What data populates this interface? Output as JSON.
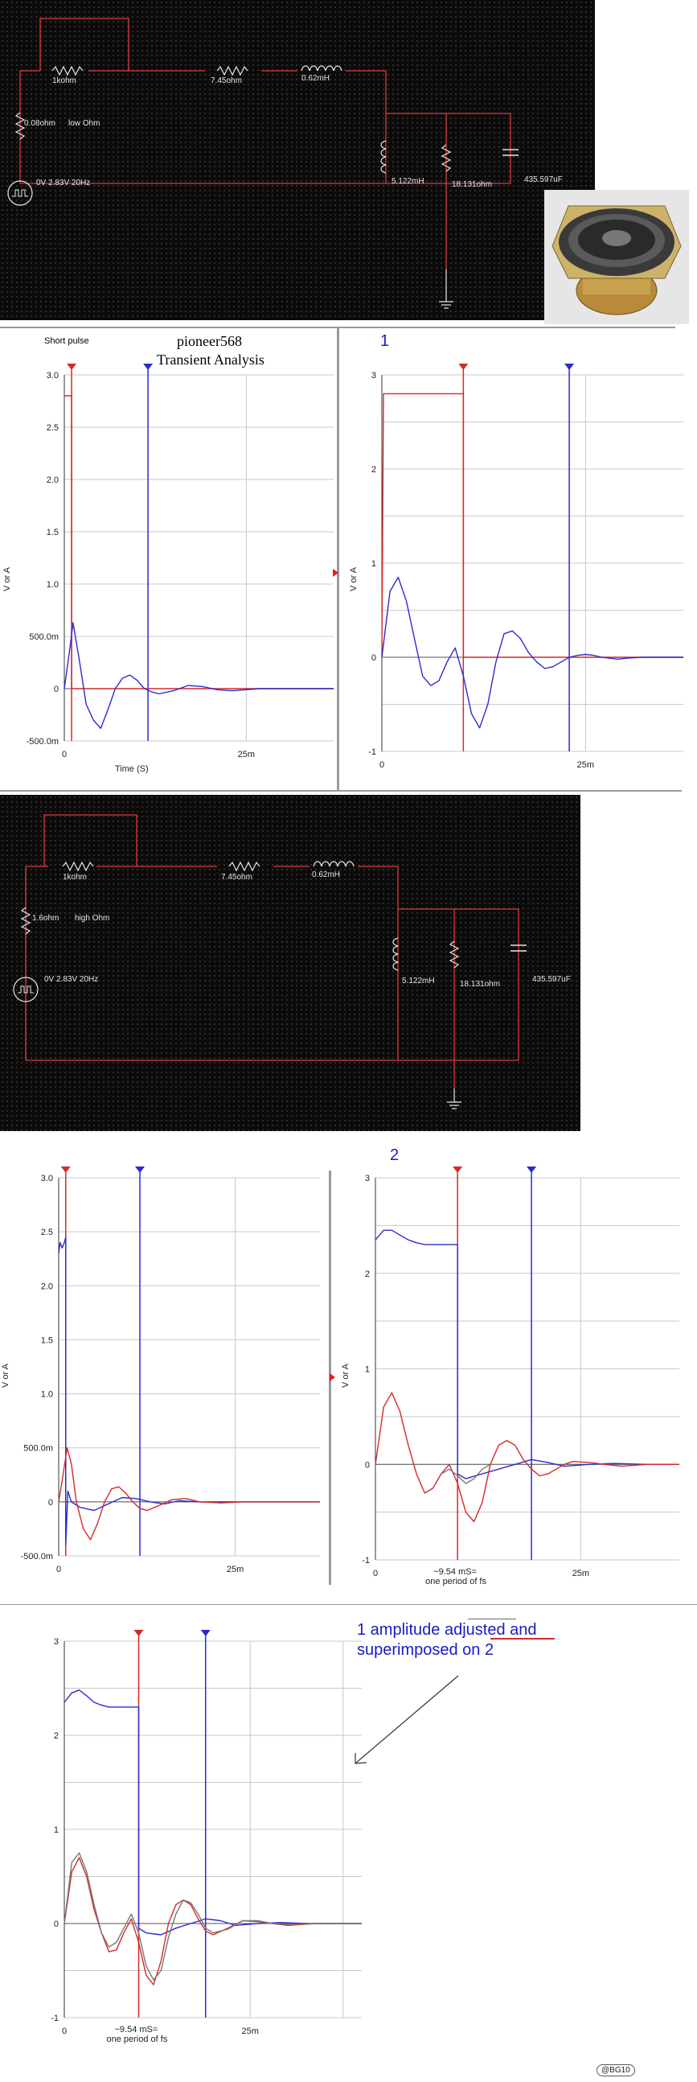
{
  "circuit1": {
    "resistors": [
      "1kohm",
      "7.45ohm",
      "0.08ohm"
    ],
    "inductor": "0.62mH",
    "source": "0V 2.83V 20Hz",
    "note": "low Ohm",
    "shunt_inductor": "5.122mH",
    "shunt_resistor": "18.131ohm",
    "capacitor": "435.597uF"
  },
  "circuit2": {
    "resistors": [
      "1kohm",
      "7.45ohm",
      "1.6ohm"
    ],
    "inductor": "0.62mH",
    "source": "0V 2.83V 20Hz",
    "note": "high Ohm",
    "shunt_inductor": "5.122mH",
    "shunt_resistor": "18.131ohm",
    "capacitor": "435.597uF"
  },
  "labels": {
    "short_pulse": "Short pulse",
    "title_line1": "pioneer568",
    "title_line2": "Transient Analysis",
    "ylabel": "V or A",
    "xlabel": "Time (S)",
    "num1": "1",
    "num2": "2",
    "annot_line1": "1 amplitude adjusted and",
    "annot_line2": "superimposed on 2",
    "period_line1": "~9.54 mS=",
    "period_line2": "one period of fs",
    "signature": "@BG10"
  },
  "colors": {
    "wire": "#e0383a",
    "trace_red": "#d42a2a",
    "trace_blue": "#2b2bd0",
    "trace_gray": "#777777",
    "annot_blue": "#1a1ac8",
    "cursor_red": "#d42a2a",
    "cursor_blue": "#2b2bd0"
  },
  "chart_data": [
    {
      "id": "plot1",
      "type": "line",
      "title": "pioneer568 Transient Analysis",
      "xlabel": "Time (S)",
      "ylabel": "V or A",
      "x_ticks": [
        "0",
        "25m"
      ],
      "y_ticks": [
        "-500.0m",
        "0",
        "500.0m",
        "1.0",
        "1.5",
        "2.0",
        "2.5",
        "3.0"
      ],
      "ylim": [
        -0.5,
        3.0
      ],
      "xlim_ms": [
        0,
        37
      ],
      "series": [
        {
          "color": "red",
          "x": [
            0,
            0.5,
            0.5,
            1.0,
            1.0,
            37
          ],
          "y": [
            2.8,
            2.8,
            2.8,
            2.8,
            0,
            0
          ]
        },
        {
          "color": "blue",
          "x": [
            0,
            0.8,
            1.2,
            2,
            3,
            4,
            5,
            6,
            7,
            8,
            9,
            10,
            11,
            12,
            13,
            15,
            17,
            19,
            21,
            23,
            25,
            27,
            30,
            33,
            37
          ],
          "y": [
            0,
            0.4,
            0.63,
            0.3,
            -0.15,
            -0.3,
            -0.38,
            -0.2,
            0.0,
            0.1,
            0.13,
            0.08,
            0.0,
            -0.03,
            -0.05,
            -0.02,
            0.03,
            0.02,
            -0.01,
            -0.02,
            -0.01,
            0.0,
            0.0,
            0.0,
            0.0
          ]
        }
      ],
      "cursors_ms": {
        "red": 1.0,
        "blue": 11.5
      }
    },
    {
      "id": "plot1_zoom",
      "type": "line",
      "label": "1",
      "ylabel": "V or A",
      "x_ticks": [
        "0",
        "25m"
      ],
      "y_ticks": [
        "-1",
        "0",
        "1",
        "2",
        "3"
      ],
      "ylim": [
        -1,
        3
      ],
      "xlim_ms": [
        0,
        37
      ],
      "series": [
        {
          "color": "red",
          "x": [
            0,
            0.2,
            10,
            10,
            37
          ],
          "y": [
            0,
            2.8,
            2.8,
            0,
            0
          ]
        },
        {
          "color": "blue",
          "x": [
            0,
            1,
            2,
            3,
            4,
            5,
            6,
            7,
            8,
            9,
            10,
            11,
            12,
            13,
            14,
            15,
            16,
            17,
            18,
            19,
            20,
            21,
            22,
            23,
            24,
            25,
            26,
            27,
            28,
            29,
            30,
            32,
            34,
            37
          ],
          "y": [
            0,
            0.7,
            0.85,
            0.6,
            0.2,
            -0.2,
            -0.3,
            -0.25,
            -0.05,
            0.1,
            -0.2,
            -0.6,
            -0.75,
            -0.5,
            -0.05,
            0.25,
            0.28,
            0.2,
            0.05,
            -0.05,
            -0.12,
            -0.1,
            -0.05,
            0.0,
            0.02,
            0.03,
            0.02,
            0.0,
            -0.01,
            -0.02,
            -0.01,
            0.0,
            0.0,
            0.0
          ]
        }
      ],
      "cursors_ms": {
        "red": 10,
        "blue": 23
      }
    },
    {
      "id": "plot2",
      "type": "line",
      "ylabel": "V or A",
      "x_ticks": [
        "0",
        "25m"
      ],
      "y_ticks": [
        "-500.0m",
        "0",
        "500.0m",
        "1.0",
        "1.5",
        "2.0",
        "2.5",
        "3.0"
      ],
      "ylim": [
        -0.5,
        3.0
      ],
      "xlim_ms": [
        0,
        37
      ],
      "series": [
        {
          "color": "blue",
          "x": [
            0,
            0.2,
            0.5,
            0.8,
            1.0,
            1.0,
            1.3,
            1.8,
            3,
            5,
            7,
            9,
            11,
            13,
            15,
            17,
            20,
            25,
            30,
            37
          ],
          "y": [
            2.3,
            2.4,
            2.35,
            2.4,
            2.45,
            -0.4,
            0.1,
            0.0,
            -0.05,
            -0.08,
            -0.02,
            0.04,
            0.03,
            0.0,
            -0.02,
            0.01,
            0.0,
            0.0,
            0.0,
            0.0
          ]
        },
        {
          "color": "red",
          "x": [
            0,
            0.5,
            1.2,
            1.8,
            2.5,
            3.5,
            4.5,
            5.5,
            6.5,
            7.5,
            8.5,
            9.5,
            10.5,
            11.5,
            12.5,
            14,
            16,
            18,
            20,
            23,
            26,
            30,
            37
          ],
          "y": [
            0,
            0.2,
            0.5,
            0.35,
            0.0,
            -0.25,
            -0.35,
            -0.2,
            0.0,
            0.12,
            0.14,
            0.08,
            0.0,
            -0.06,
            -0.08,
            -0.04,
            0.02,
            0.03,
            0.0,
            -0.01,
            0.0,
            0.0,
            0.0
          ]
        }
      ],
      "cursors_ms": {
        "red": 1.0,
        "blue": 11.5
      }
    },
    {
      "id": "plot2_zoom",
      "type": "line",
      "label": "2",
      "ylabel": "V or A",
      "x_ticks": [
        "0",
        "25m"
      ],
      "y_ticks": [
        "-1",
        "0",
        "1",
        "2",
        "3"
      ],
      "ylim": [
        -1,
        3
      ],
      "xlim_ms": [
        0,
        37
      ],
      "series": [
        {
          "color": "blue",
          "x": [
            0,
            1,
            2,
            3,
            4,
            5,
            6,
            7,
            8,
            9,
            10,
            10,
            11,
            13,
            15,
            17,
            19,
            21,
            23,
            26,
            29,
            33,
            37
          ],
          "y": [
            2.35,
            2.45,
            2.45,
            2.4,
            2.35,
            2.32,
            2.3,
            2.3,
            2.3,
            2.3,
            2.3,
            -0.1,
            -0.15,
            -0.1,
            -0.05,
            0.0,
            0.05,
            0.02,
            -0.02,
            0.0,
            0.01,
            0.0,
            0.0
          ]
        },
        {
          "color": "red",
          "x": [
            0,
            1,
            2,
            3,
            4,
            5,
            6,
            7,
            8,
            9,
            10,
            11,
            12,
            13,
            14,
            15,
            16,
            17,
            18,
            19,
            20,
            21,
            22,
            23,
            24,
            26,
            28,
            30,
            33,
            37
          ],
          "y": [
            0,
            0.6,
            0.75,
            0.55,
            0.2,
            -0.1,
            -0.3,
            -0.25,
            -0.1,
            0.0,
            -0.2,
            -0.5,
            -0.6,
            -0.4,
            0.0,
            0.2,
            0.25,
            0.2,
            0.05,
            -0.05,
            -0.12,
            -0.1,
            -0.05,
            0.0,
            0.03,
            0.02,
            0.0,
            -0.02,
            0.0,
            0.0
          ]
        },
        {
          "color": "gray",
          "x": [
            8,
            9,
            10,
            11,
            12,
            13,
            14
          ],
          "y": [
            -0.1,
            -0.05,
            -0.12,
            -0.2,
            -0.15,
            -0.05,
            0.0
          ]
        }
      ],
      "cursors_ms": {
        "red": 10,
        "blue": 19
      }
    },
    {
      "id": "plot_superimposed",
      "type": "line",
      "x_ticks": [
        "0",
        "25m"
      ],
      "y_ticks": [
        "-1",
        "0",
        "1",
        "2",
        "3"
      ],
      "ylim": [
        -1,
        3
      ],
      "xlim_ms": [
        0,
        40
      ],
      "series": [
        {
          "color": "blue",
          "x": [
            0,
            1,
            2,
            3,
            4,
            5,
            6,
            7,
            8,
            9,
            10,
            10,
            11,
            13,
            15,
            17,
            19,
            21,
            23,
            26,
            29,
            33,
            40
          ],
          "y": [
            2.35,
            2.45,
            2.48,
            2.42,
            2.35,
            2.32,
            2.3,
            2.3,
            2.3,
            2.3,
            2.3,
            -0.05,
            -0.1,
            -0.12,
            -0.05,
            0.0,
            0.05,
            0.03,
            -0.02,
            0.0,
            0.01,
            0.0,
            0.0
          ]
        },
        {
          "color": "red",
          "x": [
            0,
            1,
            2,
            3,
            4,
            5,
            6,
            7,
            8,
            9,
            10,
            11,
            12,
            13,
            14,
            15,
            16,
            17,
            18,
            19,
            20,
            22,
            24,
            26,
            28,
            30,
            34,
            40
          ],
          "y": [
            0,
            0.55,
            0.7,
            0.5,
            0.15,
            -0.1,
            -0.3,
            -0.28,
            -0.1,
            0.05,
            -0.2,
            -0.55,
            -0.65,
            -0.4,
            0.0,
            0.2,
            0.25,
            0.2,
            0.05,
            -0.08,
            -0.12,
            -0.05,
            0.03,
            0.02,
            0.0,
            -0.02,
            0.0,
            0.0
          ]
        },
        {
          "color": "gray",
          "x": [
            0,
            1,
            2,
            3,
            4,
            5,
            6,
            7,
            8,
            9,
            10,
            11,
            12,
            13,
            14,
            15,
            16,
            17,
            18,
            19,
            20,
            22,
            24,
            26,
            28,
            30,
            34,
            40
          ],
          "y": [
            0,
            0.65,
            0.75,
            0.55,
            0.2,
            -0.1,
            -0.25,
            -0.2,
            -0.05,
            0.1,
            -0.1,
            -0.45,
            -0.6,
            -0.5,
            -0.15,
            0.1,
            0.25,
            0.22,
            0.1,
            -0.05,
            -0.1,
            -0.06,
            0.03,
            0.03,
            0.0,
            -0.01,
            0.0,
            0.0
          ]
        }
      ],
      "cursors_ms": {
        "red": 10,
        "blue": 19
      }
    }
  ]
}
